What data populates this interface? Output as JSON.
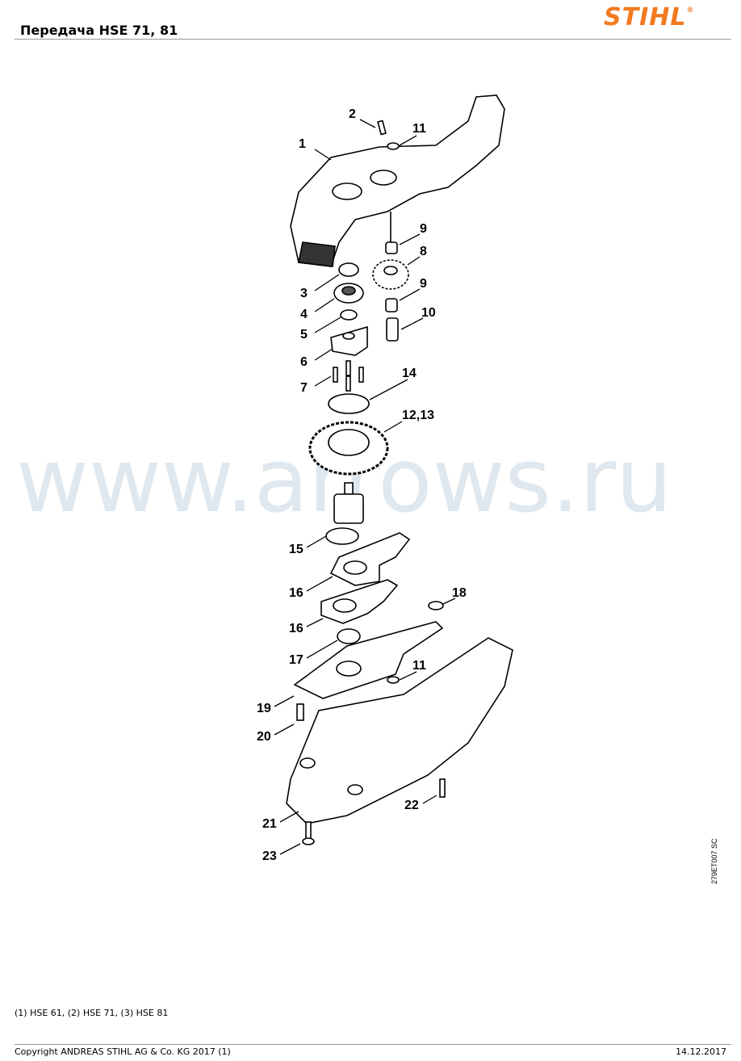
{
  "header": {
    "title": "Передача HSE 71, 81",
    "logo": "STIHL",
    "logo_mark": "®"
  },
  "watermark": "www.arrows.ru",
  "callouts": [
    "1",
    "2",
    "11",
    "9",
    "8",
    "3",
    "9",
    "4",
    "10",
    "5",
    "6",
    "7",
    "14",
    "12,13",
    "15",
    "16",
    "16",
    "18",
    "17",
    "11",
    "19",
    "20",
    "22",
    "21",
    "23"
  ],
  "drawing_code": "279ET007 SC",
  "note": "(1) HSE 61, (2) HSE 71, (3) HSE 81",
  "footer": {
    "copyright": "Copyright ANDREAS STIHL AG & Co. KG 2017 (1)",
    "date": "14.12.2017"
  },
  "colors": {
    "brand": "#f37a1f",
    "watermark": "#dfe7ef"
  }
}
